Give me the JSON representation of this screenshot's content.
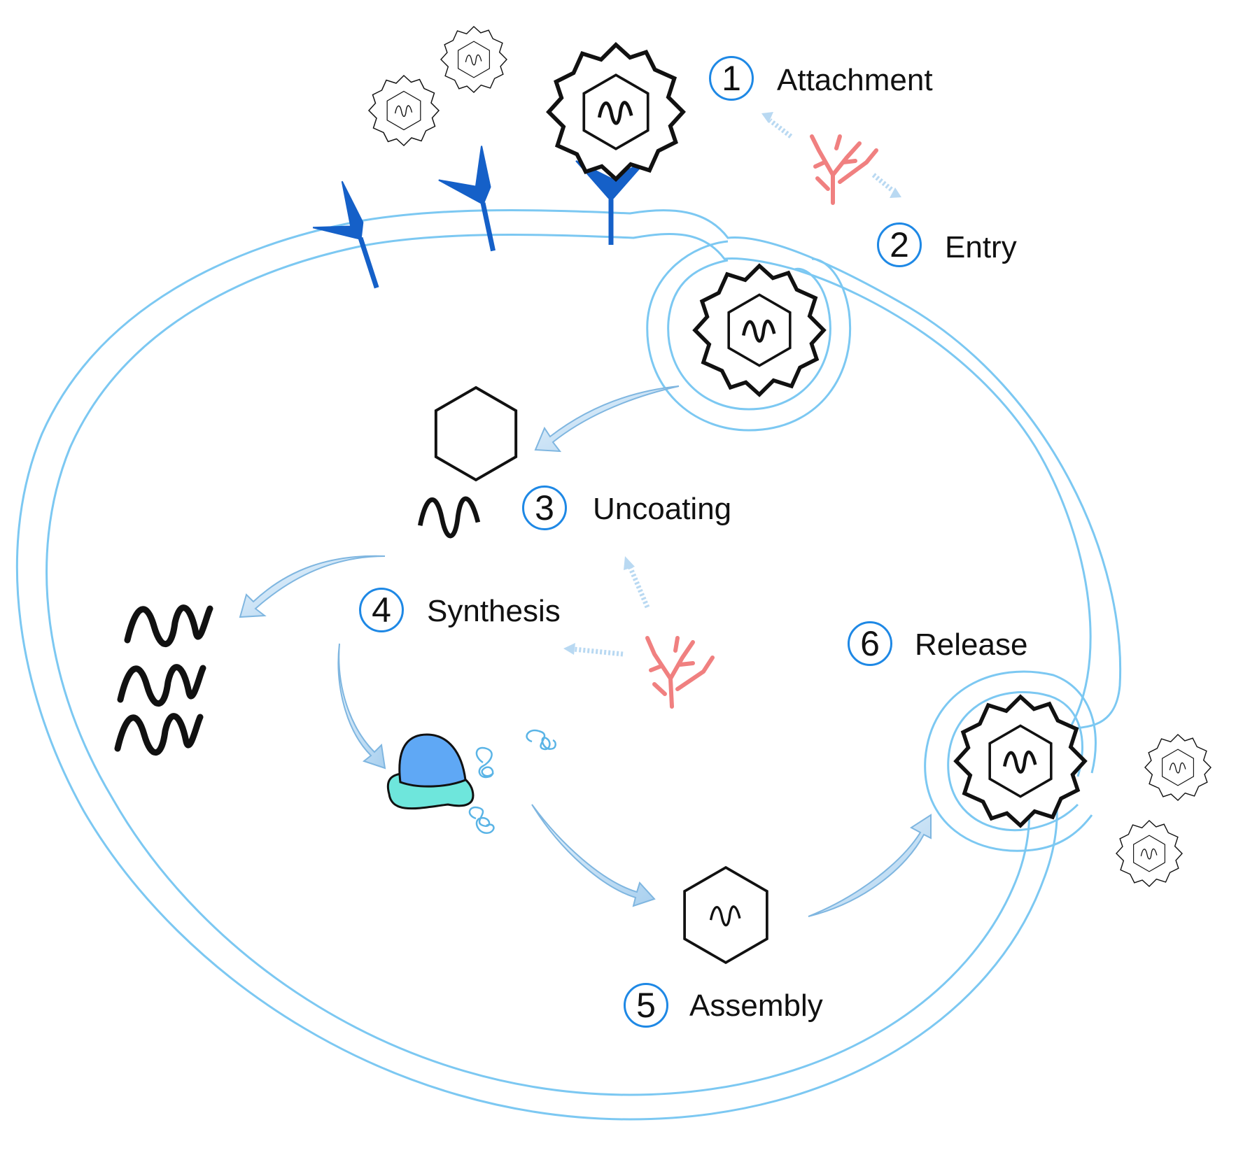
{
  "steps": [
    {
      "number": "1",
      "label": "Attachment"
    },
    {
      "number": "2",
      "label": "Entry"
    },
    {
      "number": "3",
      "label": "Uncoating"
    },
    {
      "number": "4",
      "label": "Synthesis"
    },
    {
      "number": "5",
      "label": "Assembly"
    },
    {
      "number": "6",
      "label": "Release"
    }
  ],
  "colors": {
    "membrane": "#7cc8f2",
    "receptor": "#1560c8",
    "virus_outline": "#111111",
    "arrow_fill": "#c8e2f7",
    "arrow_stroke": "#7fb6e0",
    "inhibitor": "#f08080",
    "ribosome_large": "#5fa8f5",
    "ribosome_small": "#6ee6dc",
    "badge_ring": "#1e88e5"
  },
  "icons": {
    "virus": "virus-icon",
    "receptor": "receptor-icon",
    "capsid": "capsid-icon",
    "genome": "rna-genome-icon",
    "ribosome": "ribosome-icon",
    "protein": "protein-strand-icon",
    "inhibitor": "coral-inhibitor-icon"
  }
}
